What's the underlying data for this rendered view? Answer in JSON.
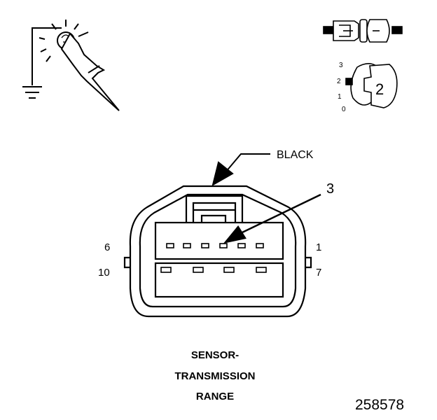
{
  "labels": {
    "black": "BLACK",
    "terminal_callout": "3",
    "pin_top_left": "6",
    "pin_top_right": "1",
    "pin_bottom_left": "10",
    "pin_bottom_right": "7",
    "title_line1": "SENSOR-",
    "title_line2": "TRANSMISSION",
    "title_line3": "RANGE",
    "figure_number": "258578"
  },
  "inset": {
    "scale_ticks": [
      "3",
      "2",
      "1",
      "0"
    ],
    "step_number": "2"
  },
  "colors": {
    "line": "#000000",
    "background": "#ffffff"
  },
  "icons": {
    "probe": "test-probe-icon",
    "ground": "ground-symbol-icon",
    "connector": "connector-icon",
    "pin_terminal": "pin-terminal-icon"
  }
}
